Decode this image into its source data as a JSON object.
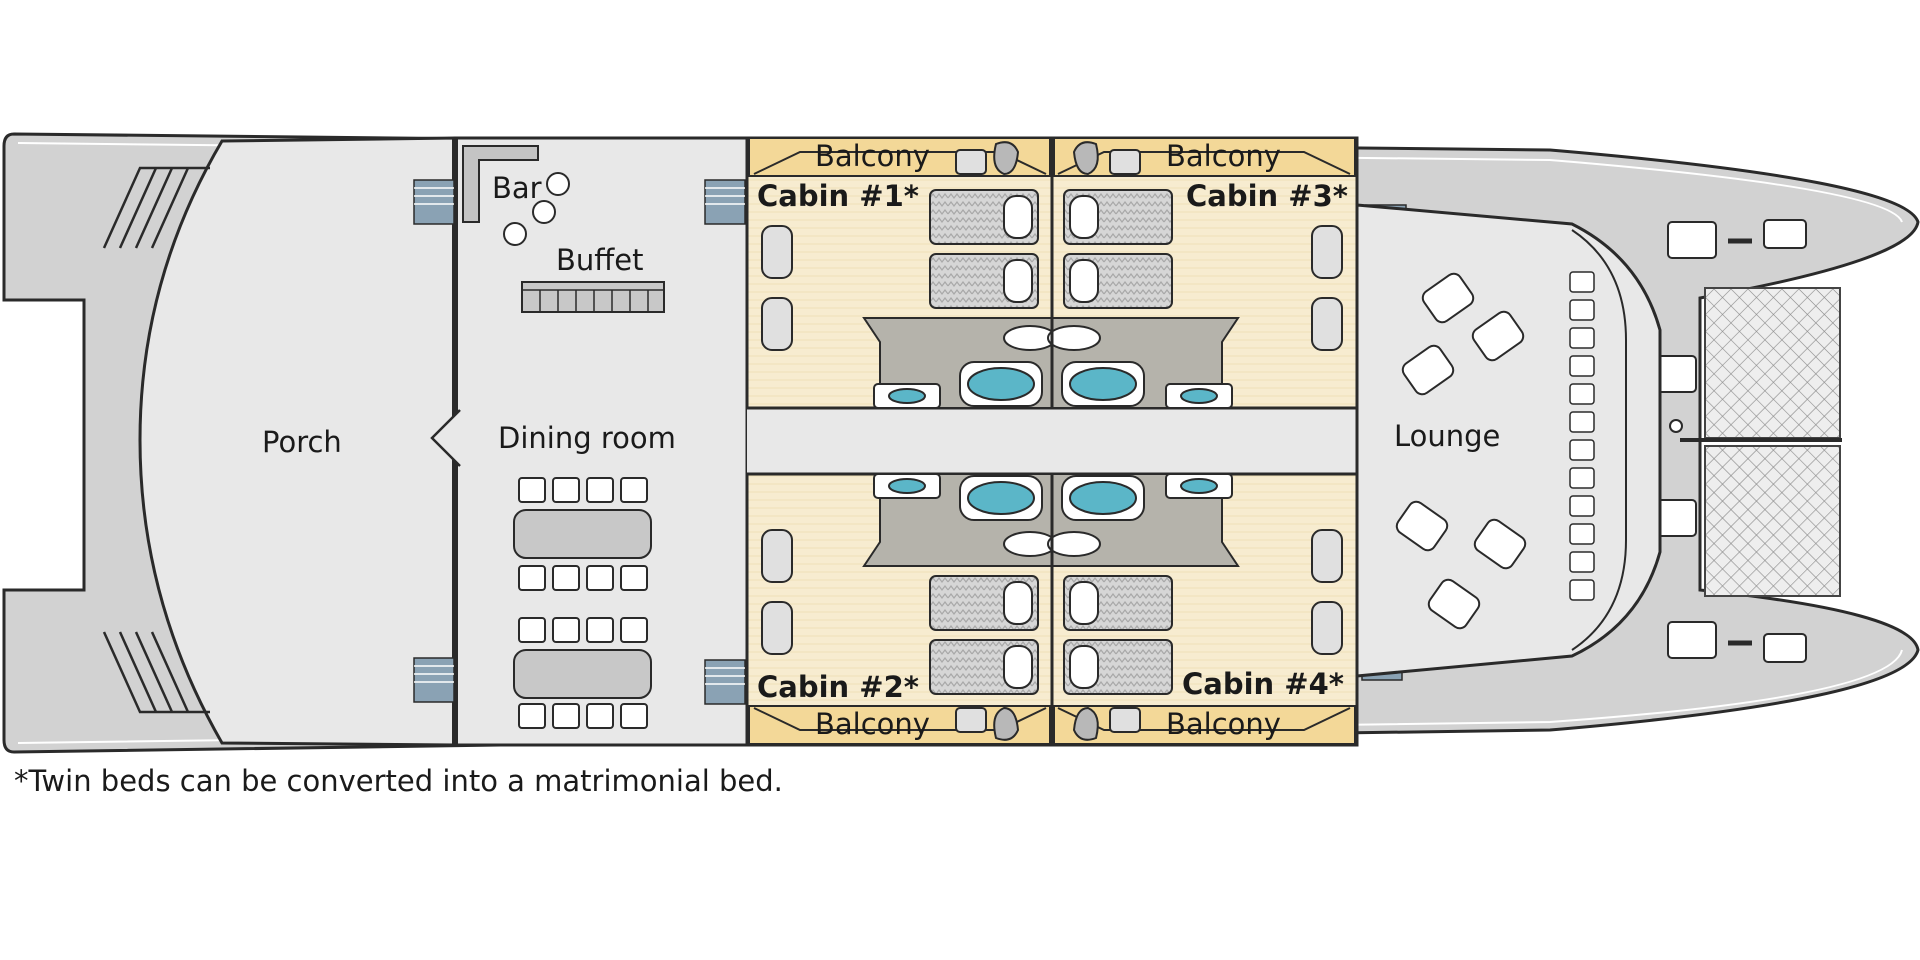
{
  "labels": {
    "porch": "Porch",
    "dining": "Dining room",
    "bar": "Bar",
    "buffet": "Buffet",
    "lounge": "Lounge",
    "cabin1": "Cabin #1*",
    "cabin2": "Cabin #2*",
    "cabin3": "Cabin #3*",
    "cabin4": "Cabin #4*",
    "balcony": "Balcony"
  },
  "footnote": "*Twin beds can be converted into a matrimonial bed.",
  "colors": {
    "hull": "#d2d2d2",
    "deck": "#e8e8e8",
    "cabin_floor": "#f7ecd0",
    "balcony": "#f3d898",
    "bath": "#b5b3ab",
    "tub": "#5bb6c8",
    "outline": "#2a2a2a",
    "stairs": "#8aa2b4"
  }
}
